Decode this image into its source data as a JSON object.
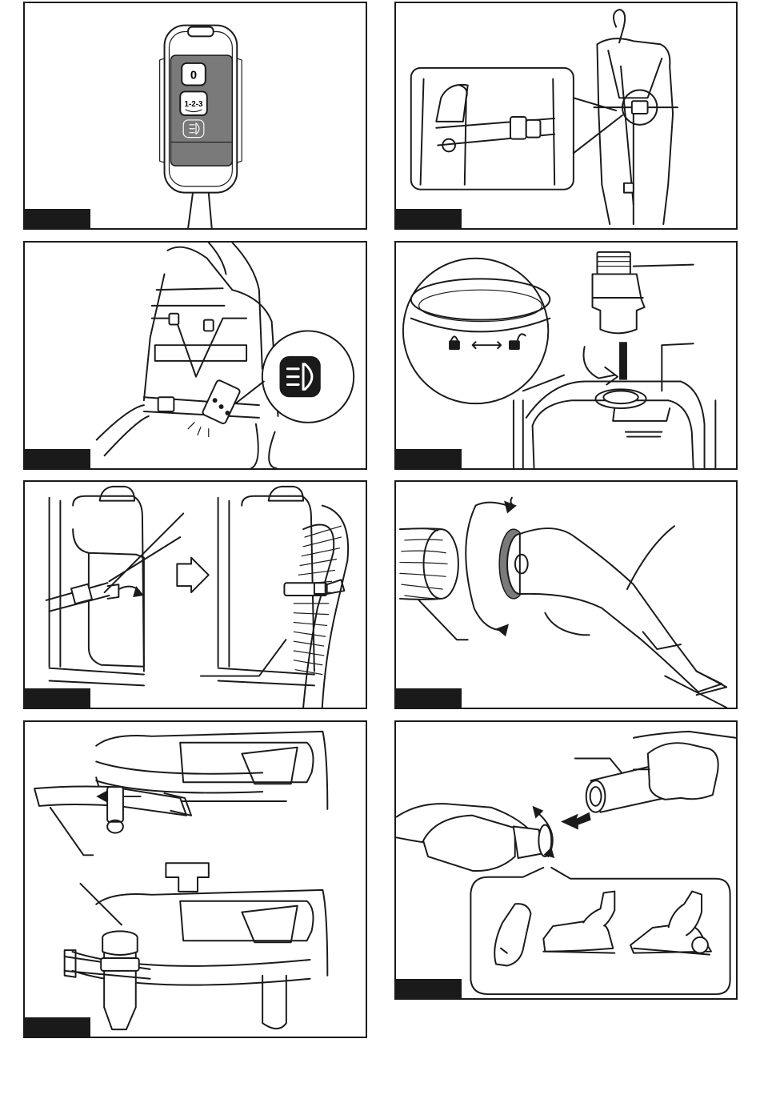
{
  "figures": [
    {
      "id": "fig1",
      "label": "",
      "icon": "remote-controller"
    },
    {
      "id": "fig2",
      "label": "",
      "icon": "waist-belt-buckle"
    },
    {
      "id": "fig3",
      "label": "",
      "icon": "light-button"
    },
    {
      "id": "fig4",
      "label": "",
      "icon": "hose-cuff-lock"
    },
    {
      "id": "fig5",
      "label": "",
      "icon": "hose-band"
    },
    {
      "id": "fig6",
      "label": "",
      "icon": "hose-handle-connect"
    },
    {
      "id": "fig7",
      "label": "",
      "icon": "nozzle-holder"
    },
    {
      "id": "fig8",
      "label": "",
      "icon": "attachments"
    }
  ],
  "remote": {
    "off_label": "0",
    "speed_label": "1-2-3"
  },
  "colors": {
    "ink": "#1a1a1a",
    "panel_gray": "#7a7a7a",
    "background": "#ffffff"
  }
}
